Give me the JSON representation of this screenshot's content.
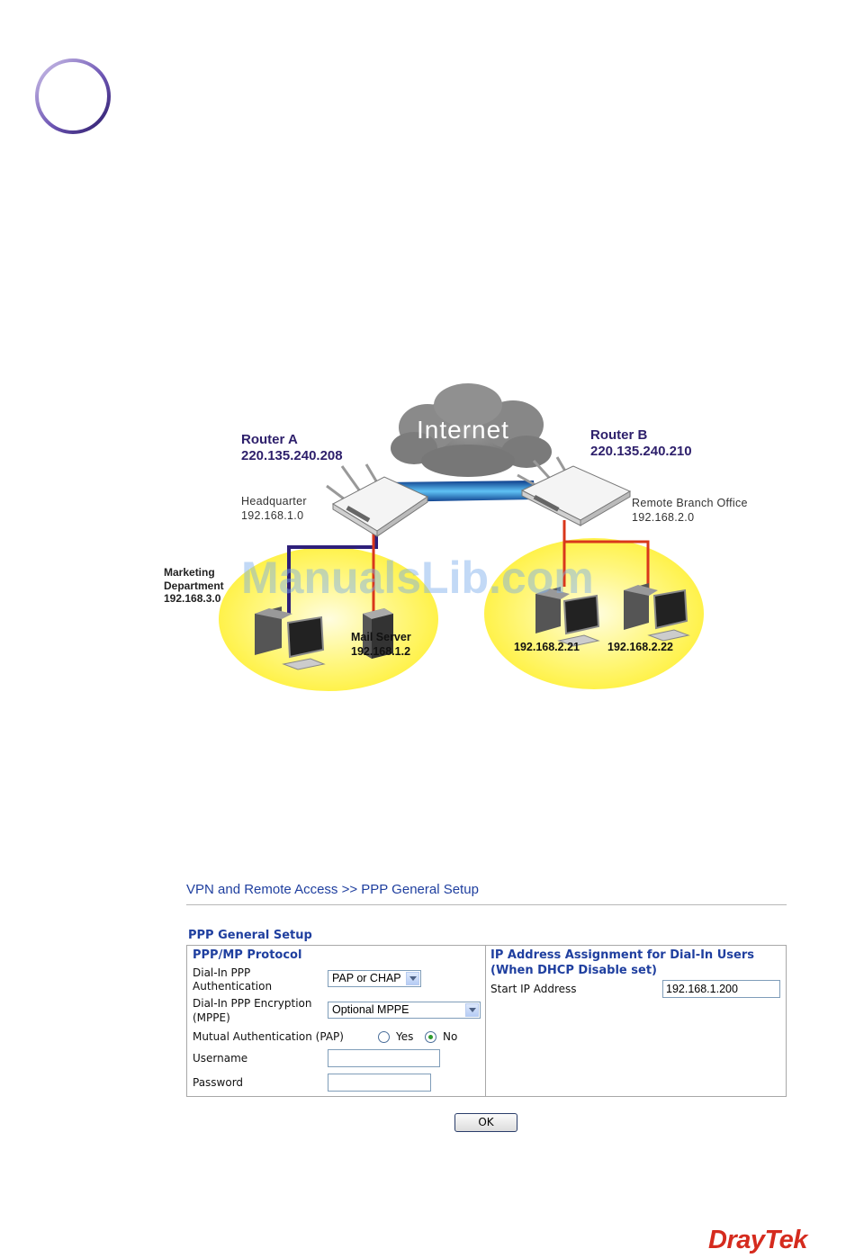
{
  "diagram": {
    "cloud_label": "Internet",
    "router_a": {
      "name": "Router A",
      "ip": "220.135.240.208",
      "site": "Headquarter",
      "subnet": "192.168.1.0"
    },
    "router_b": {
      "name": "Router B",
      "ip": "220.135.240.210",
      "site": "Remote Branch Office",
      "subnet": "192.168.2.0"
    },
    "marketing": {
      "line1": "Marketing",
      "line2": "Department",
      "line3": "192.168.3.0"
    },
    "mail_server": {
      "name": "Mail Server",
      "ip": "192.168.1.2"
    },
    "branch_hosts": [
      "192.168.2.21",
      "192.168.2.22"
    ],
    "watermark": "ManualsLib.com",
    "colors": {
      "left_link": "#2e1f7a",
      "red_link": "#d9371b",
      "vpn_tunnel": "#3a9fe0",
      "lan_zone": "#fff45c"
    }
  },
  "form": {
    "breadcrumb": "VPN and Remote Access >> PPP General Setup",
    "section_title": "PPP General Setup",
    "left": {
      "heading": "PPP/MP Protocol",
      "auth_label_1": "Dial-In PPP",
      "auth_label_2": "Authentication",
      "auth_value": "PAP or CHAP",
      "enc_label_1": "Dial-In PPP Encryption",
      "enc_label_2": "(MPPE)",
      "enc_value": "Optional MPPE",
      "mutual_label": "Mutual Authentication (PAP)",
      "yes_label": "Yes",
      "no_label": "No",
      "mutual_selected": "No",
      "username_label": "Username",
      "username_value": "",
      "password_label": "Password",
      "password_value": ""
    },
    "right": {
      "heading_1": "IP Address Assignment for Dial-In Users",
      "heading_2": "(When DHCP Disable set)",
      "start_ip_label": "Start IP Address",
      "start_ip_value": "192.168.1.200"
    },
    "ok_label": "OK"
  },
  "brand": "DrayTek"
}
